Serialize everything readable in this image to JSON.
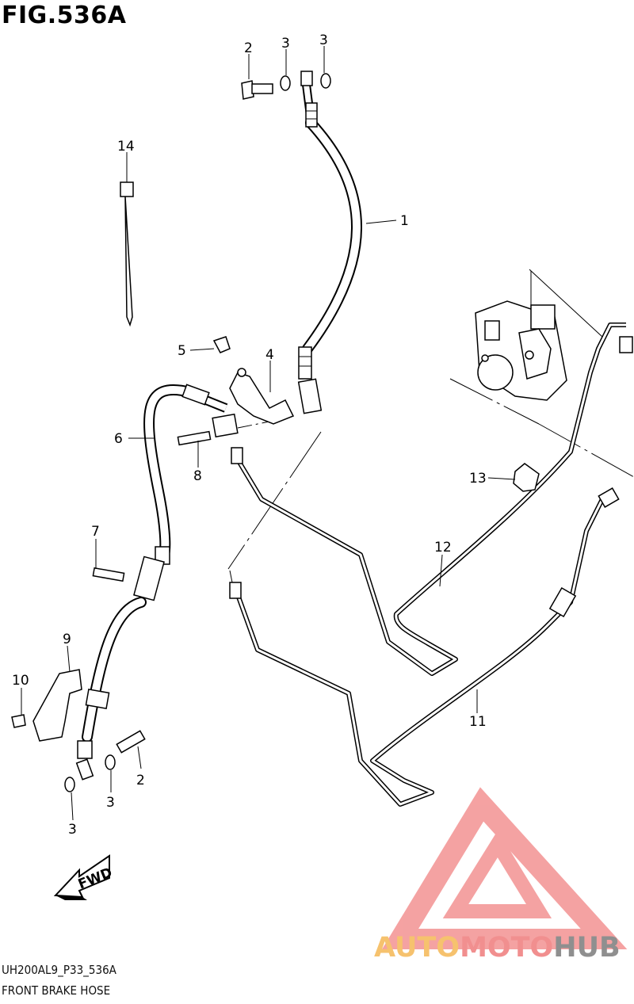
{
  "figure": {
    "title": "FIG.536A",
    "code": "UH200AL9_P33_536A",
    "subtitle": "FRONT BRAKE HOSE"
  },
  "labels": [
    {
      "id": "lbl-2-top",
      "text": "2"
    },
    {
      "id": "lbl-3-top-a",
      "text": "3"
    },
    {
      "id": "lbl-3-top-b",
      "text": "3"
    },
    {
      "id": "lbl-14",
      "text": "14"
    },
    {
      "id": "lbl-1",
      "text": "1"
    },
    {
      "id": "lbl-5",
      "text": "5"
    },
    {
      "id": "lbl-4",
      "text": "4"
    },
    {
      "id": "lbl-6",
      "text": "6"
    },
    {
      "id": "lbl-8",
      "text": "8"
    },
    {
      "id": "lbl-13",
      "text": "13"
    },
    {
      "id": "lbl-7",
      "text": "7"
    },
    {
      "id": "lbl-12",
      "text": "12"
    },
    {
      "id": "lbl-9",
      "text": "9"
    },
    {
      "id": "lbl-10",
      "text": "10"
    },
    {
      "id": "lbl-11",
      "text": "11"
    },
    {
      "id": "lbl-2-bottom",
      "text": "2"
    },
    {
      "id": "lbl-3-bottom-a",
      "text": "3"
    },
    {
      "id": "lbl-3-bottom-b",
      "text": "3"
    }
  ],
  "direction_arrow": {
    "text": "FWD"
  },
  "watermark": {
    "part1": "AUTO",
    "part2": "MOTO",
    "part3": "HUB",
    "triangle_color": "#f28b8b"
  }
}
